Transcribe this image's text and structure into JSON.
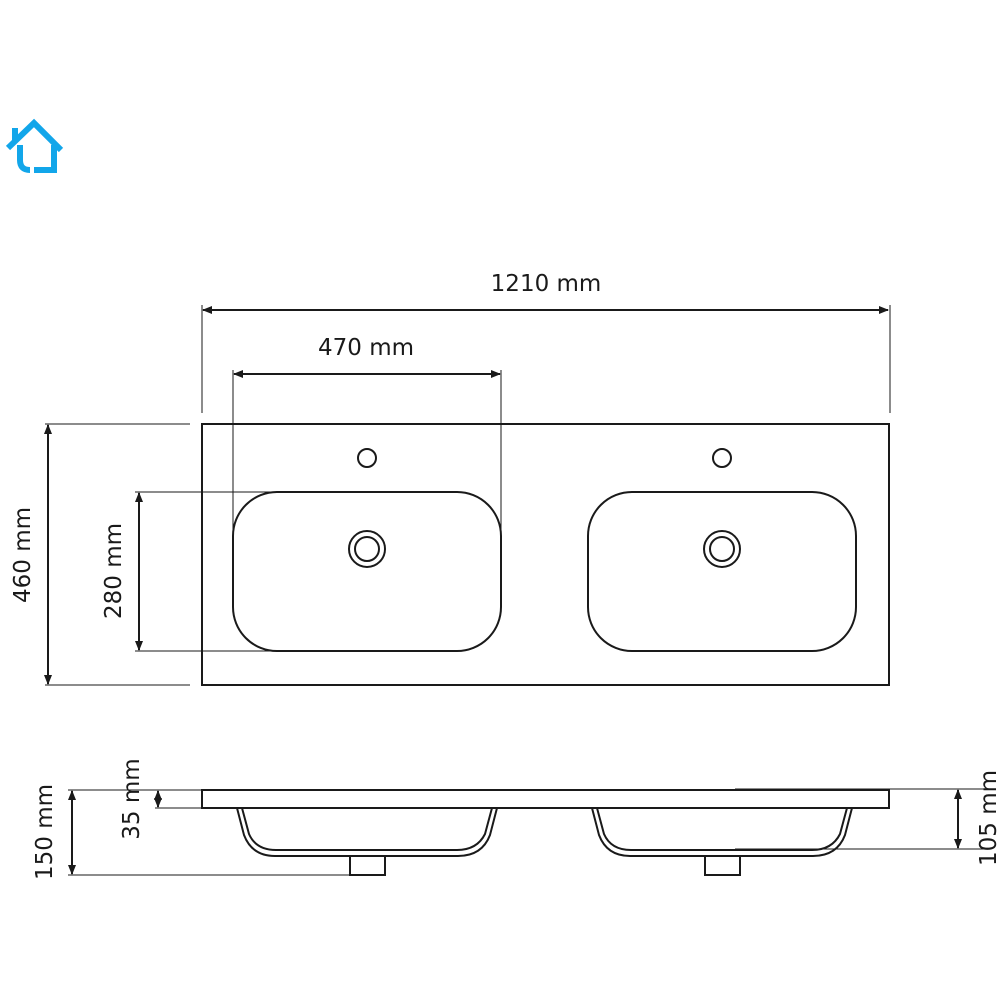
{
  "logo": {
    "name": "home-logo",
    "color": "#12a6ea"
  },
  "dimensions": {
    "total_width": "1210 mm",
    "basin_width": "470 mm",
    "total_depth": "460 mm",
    "basin_depth": "280 mm",
    "top_thickness": "35 mm",
    "total_height": "150 mm",
    "basin_height": "105 mm"
  }
}
